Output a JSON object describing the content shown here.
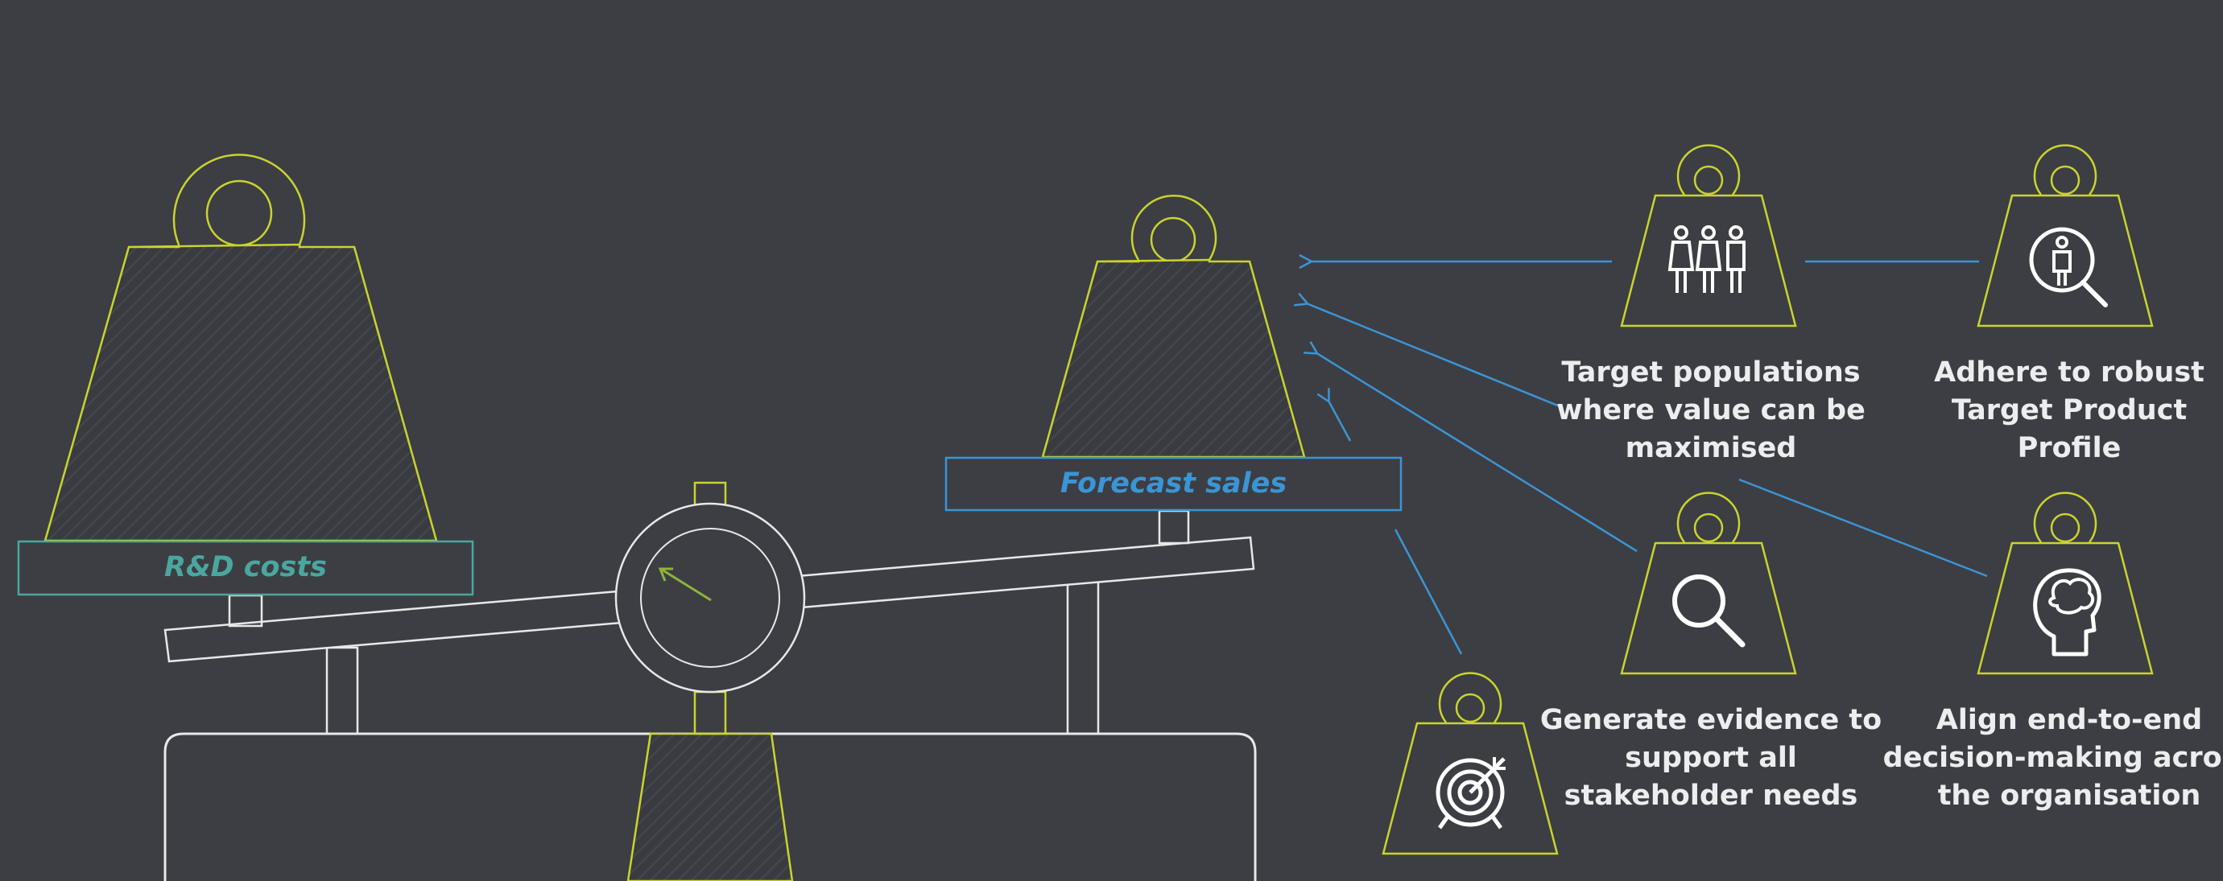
{
  "scale": {
    "left_label": "R&D costs",
    "right_label": "Forecast sales"
  },
  "weights": [
    {
      "icon": "people-icon",
      "lines": [
        "Target populations",
        "where value can be",
        "maximised"
      ]
    },
    {
      "icon": "person-magnify-icon",
      "lines": [
        "Adhere to robust",
        "Target Product",
        "Profile"
      ]
    },
    {
      "icon": "magnifier-icon",
      "lines": [
        "Generate evidence to",
        "support all",
        "stakeholder needs"
      ]
    },
    {
      "icon": "head-brain-icon",
      "lines": [
        "Align end-to-end",
        "decision-making across",
        "the organisation"
      ]
    },
    {
      "icon": "target-icon",
      "lines": []
    }
  ],
  "colors": {
    "background": "#3d3e43",
    "weight_outline": "#c9d42e",
    "left_box": "#4aa7a0",
    "right_box": "#3a95d6",
    "arrow": "#3a95d6",
    "dial_needle": "#8fb43a",
    "line": "#e8e8ea"
  }
}
